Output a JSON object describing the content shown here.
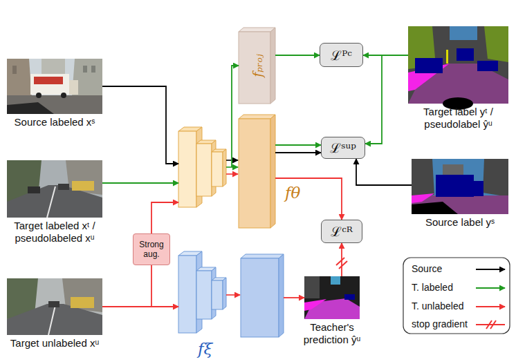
{
  "diagram": {
    "nodes": [
      {
        "text": [
          "Source labeled xˢ"
        ]
      },
      {
        "text": [
          "Target labeled xᵗ / pseudolabeled xᵘ"
        ]
      },
      {
        "text": [
          "Target unlabeled xᵘ"
        ]
      },
      {
        "text": [
          "Strong aug."
        ]
      },
      {
        "text": [
          "fθ"
        ]
      },
      {
        "text": [
          "fₚᵣₒⱼ"
        ]
      },
      {
        "text": [
          "ℒᴾᶜ"
        ]
      },
      {
        "text": [
          "ℒˢᵘᵖ"
        ]
      },
      {
        "text": [
          "ℒᶜᴿ"
        ]
      },
      {
        "text": [
          "Target label yᵗ / pseudolabel ŷᵘ"
        ]
      },
      {
        "text": [
          "Source label yˢ"
        ]
      },
      {
        "text": [
          "fξ"
        ]
      },
      {
        "text": [
          "Teacher's prediction ŷᵘ"
        ]
      }
    ],
    "edges": [
      {
        "from": 0,
        "to": 4,
        "arrow": "to"
      },
      {
        "from": 1,
        "to": 4,
        "arrow": "to"
      },
      {
        "from": 2,
        "to": 3,
        "arrow": "none"
      },
      {
        "from": 2,
        "to": 11,
        "arrow": "to"
      },
      {
        "from": 3,
        "to": 4,
        "arrow": "to"
      },
      {
        "from": 4,
        "to": 5,
        "arrow": "to"
      },
      {
        "from": 5,
        "to": 6,
        "arrow": "to"
      },
      {
        "from": 9,
        "to": 6,
        "arrow": "to"
      },
      {
        "from": 9,
        "to": 7,
        "arrow": "to"
      },
      {
        "from": 4,
        "to": 7,
        "arrow": "to"
      },
      {
        "from": 4,
        "to": 7,
        "arrow": "to"
      },
      {
        "from": 10,
        "to": 7,
        "arrow": "to"
      },
      {
        "from": 4,
        "to": 8,
        "arrow": "to"
      },
      {
        "from": 11,
        "to": 12,
        "arrow": "to"
      },
      {
        "from": 12,
        "to": 8,
        "arrow": "to"
      }
    ],
    "legend": [
      {
        "text": "Source"
      },
      {
        "text": "T. labeled"
      },
      {
        "text": "T. unlabeled"
      },
      {
        "text": "stop gradient"
      }
    ]
  }
}
